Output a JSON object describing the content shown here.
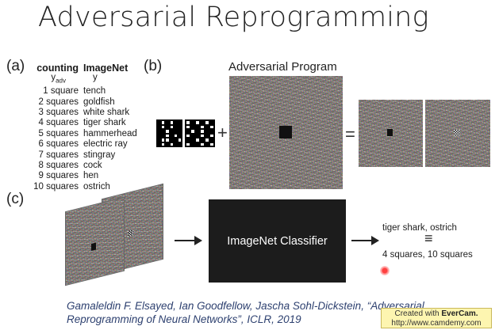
{
  "slide_title": "Adversarial Reprogramming",
  "panels": {
    "a": "(a)",
    "b": "(b)",
    "c": "(c)"
  },
  "table": {
    "header_counting": "counting",
    "header_imagenet": "ImageNet",
    "sub_y_adv_base": "y",
    "sub_y_adv_sub": "adv",
    "sub_y": "y",
    "rows": [
      {
        "count": "1 square",
        "label": "tench"
      },
      {
        "count": "2 squares",
        "label": "goldfish"
      },
      {
        "count": "3 squares",
        "label": "white shark"
      },
      {
        "count": "4 squares",
        "label": "tiger shark"
      },
      {
        "count": "5 squares",
        "label": "hammerhead"
      },
      {
        "count": "6 squares",
        "label": "electric ray"
      },
      {
        "count": "7 squares",
        "label": "stingray"
      },
      {
        "count": "8 squares",
        "label": "cock"
      },
      {
        "count": "9 squares",
        "label": "hen"
      },
      {
        "count": "10 squares",
        "label": "ostrich"
      }
    ]
  },
  "adversarial_program_label": "Adversarial Program",
  "plus_symbol": "+",
  "equals_symbol": "=",
  "classifier_label": "ImageNet Classifier",
  "output": {
    "top": "tiger shark, ostrich",
    "equiv": "≡",
    "bottom": "4 squares, 10 squares"
  },
  "citation": {
    "line1": "Gamaleldin F. Elsayed, Ian Goodfellow, Jascha Sohl-Dickstein, “Adversarial",
    "line2": "Reprogramming of Neural Networks”, ICLR, 2019"
  },
  "watermark": {
    "prefix": "Created with ",
    "brand": "EverCam.",
    "url": "http://www.camdemy.com"
  }
}
